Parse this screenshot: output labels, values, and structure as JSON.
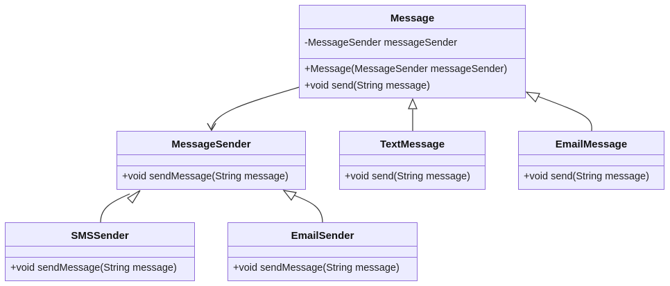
{
  "classes": {
    "message": {
      "name": "Message",
      "attributes": [
        "-MessageSender messageSender"
      ],
      "methods": [
        "+Message(MessageSender messageSender)",
        "+void send(String message)"
      ]
    },
    "message_sender": {
      "name": "MessageSender",
      "attributes": [],
      "methods": [
        "+void sendMessage(String message)"
      ]
    },
    "text_message": {
      "name": "TextMessage",
      "attributes": [],
      "methods": [
        "+void send(String message)"
      ]
    },
    "email_message": {
      "name": "EmailMessage",
      "attributes": [],
      "methods": [
        "+void send(String message)"
      ]
    },
    "sms_sender": {
      "name": "SMSSender",
      "attributes": [],
      "methods": [
        "+void sendMessage(String message)"
      ]
    },
    "email_sender": {
      "name": "EmailSender",
      "attributes": [],
      "methods": [
        "+void sendMessage(String message)"
      ]
    }
  },
  "relationships": [
    {
      "from": "Message",
      "to": "MessageSender",
      "type": "association"
    },
    {
      "from": "TextMessage",
      "to": "Message",
      "type": "inheritance"
    },
    {
      "from": "EmailMessage",
      "to": "Message",
      "type": "inheritance"
    },
    {
      "from": "SMSSender",
      "to": "MessageSender",
      "type": "inheritance"
    },
    {
      "from": "EmailSender",
      "to": "MessageSender",
      "type": "inheritance"
    }
  ],
  "colors": {
    "box_fill": "#ececff",
    "box_border": "#9370db",
    "edge": "#333333"
  }
}
